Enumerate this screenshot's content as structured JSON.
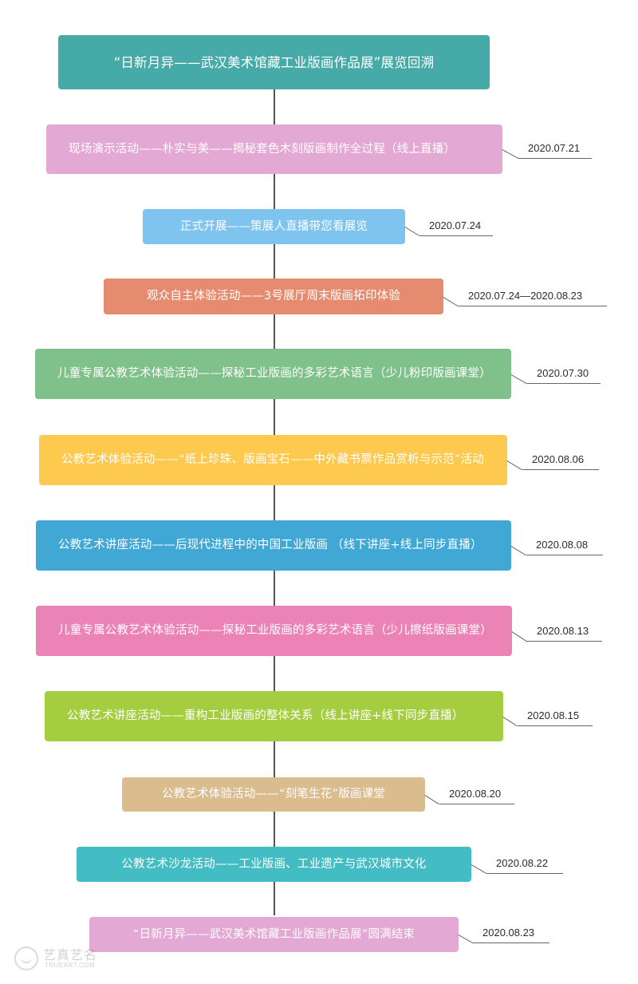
{
  "title": "“日新月异——武汉美术馆藏工业版画作品展”展览回溯",
  "colors": {
    "spine": "#555555",
    "date_text": "#2b2b2b"
  },
  "events": [
    {
      "label": "现场演示活动——朴实与美——揭秘套色木刻版画制作全过程（线上直播）",
      "date": "2020.07.21",
      "color": "#e3a8d4"
    },
    {
      "label": "正式开展——策展人直播带您看展览",
      "date": "2020.07.24",
      "color": "#7fc3ef"
    },
    {
      "label": "观众自主体验活动——3号展厅周末版画拓印体验",
      "date": "2020.07.24—2020.08.23",
      "color": "#e58b6f"
    },
    {
      "label": "儿童专属公教艺术体验活动——探秘工业版画的多彩艺术语言（少儿粉印版画课堂）",
      "date": "2020.07.30",
      "color": "#80c08a"
    },
    {
      "label": "公教艺术体验活动——“纸上珍珠、版画宝石——中外藏书票作品赏析与示范”活动",
      "date": "2020.08.06",
      "color": "#fdc94f"
    },
    {
      "label": "公教艺术讲座活动——后现代进程中的中国工业版画 （线下讲座+线上同步直播）",
      "date": "2020.08.08",
      "color": "#41a8d6"
    },
    {
      "label": "儿童专属公教艺术体验活动——探秘工业版画的多彩艺术语言（少儿擦纸版画课堂）",
      "date": "2020.08.13",
      "color": "#ec83b7"
    },
    {
      "label": "公教艺术讲座活动——重构工业版画的整体关系（线上讲座+线下同步直播）",
      "date": "2020.08.15",
      "color": "#a4cd3f"
    },
    {
      "label": "公教艺术体验活动——“刻笔生花”版画课堂",
      "date": "2020.08.20",
      "color": "#dbbc8f"
    },
    {
      "label": "公教艺术沙龙活动——工业版画、工业遗产与武汉城市文化",
      "date": "2020.08.22",
      "color": "#44bcc3"
    },
    {
      "label": "“日新月异——武汉美术馆藏工业版画作品展”圆满结束",
      "date": "2020.08.23",
      "color": "#e3a8d4"
    }
  ],
  "watermark": {
    "cn": "艺真艺名",
    "en": "TRUEART.COM"
  }
}
